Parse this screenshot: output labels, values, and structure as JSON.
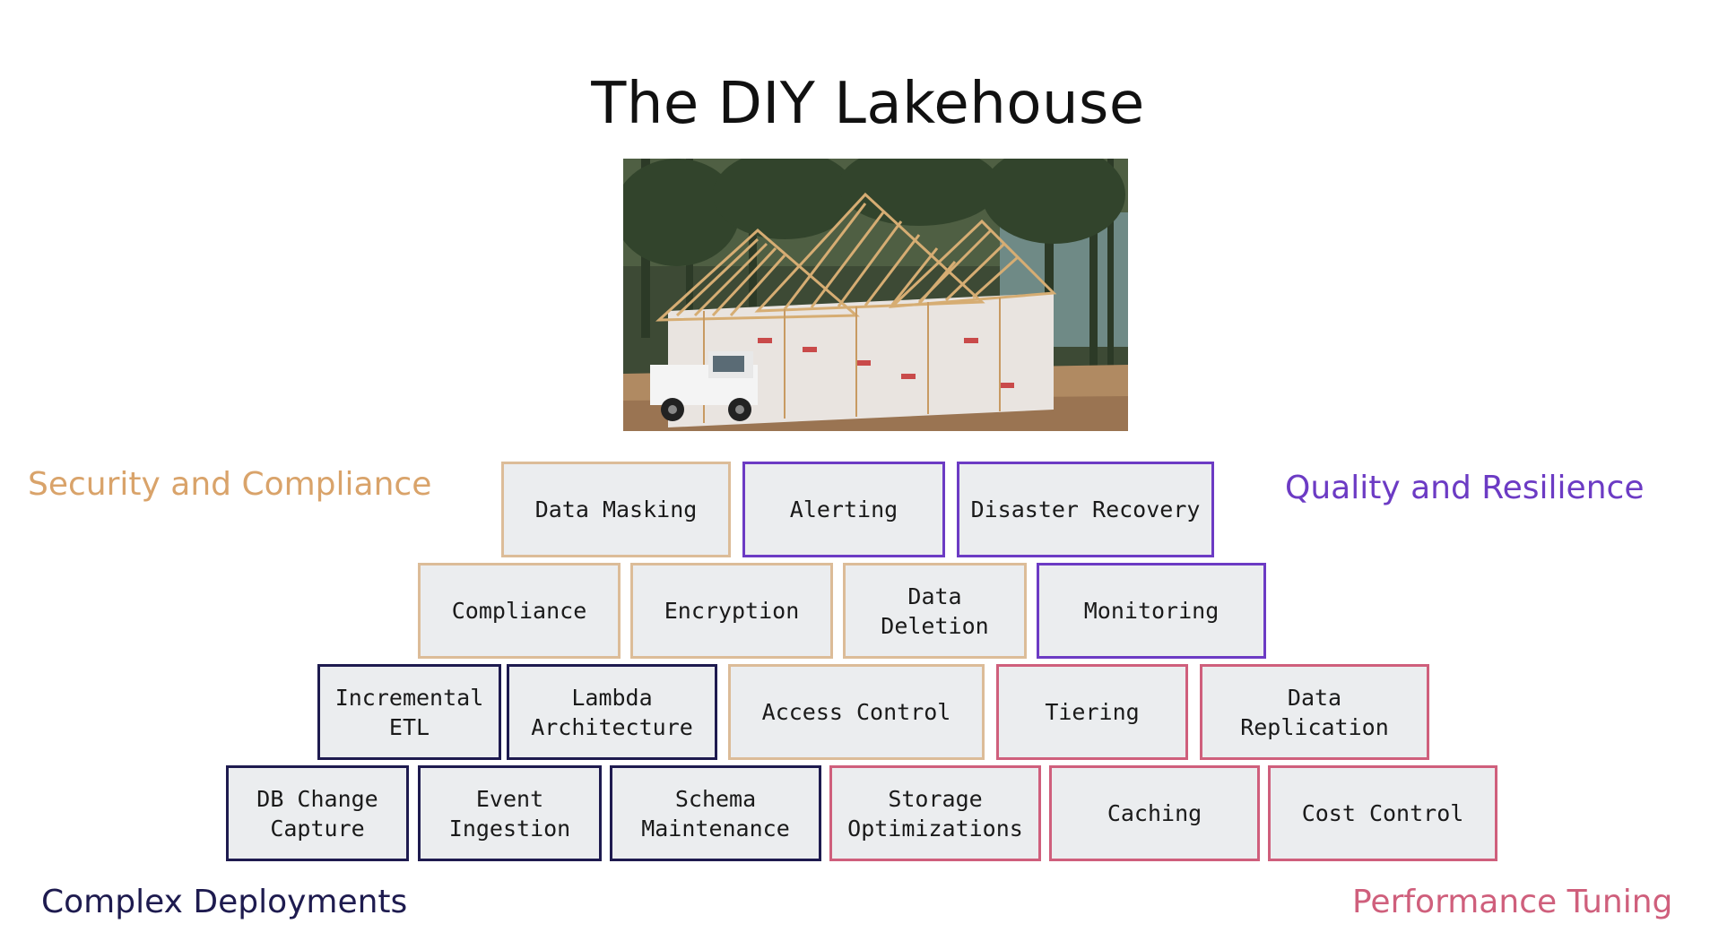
{
  "title": "The DIY Lakehouse",
  "colors": {
    "security": "#d9a36a",
    "security_box": "#dcbc98",
    "quality": "#6c3bc4",
    "complex": "#1e1b4f",
    "performance": "#cf5f7c",
    "box_fill": "#ebedef"
  },
  "photo": {
    "description_icon": "house-frame-construction-photo"
  },
  "groups": {
    "security": "Security and Compliance",
    "quality": "Quality and Resilience",
    "complex": "Complex Deployments",
    "performance": "Performance Tuning"
  },
  "boxes": {
    "data_masking": "Data Masking",
    "alerting": "Alerting",
    "disaster_recovery": "Disaster Recovery",
    "compliance": "Compliance",
    "encryption": "Encryption",
    "data_deletion": [
      "Data",
      "Deletion"
    ],
    "monitoring": "Monitoring",
    "incremental_etl": [
      "Incremental",
      "ETL"
    ],
    "lambda_architecture": [
      "Lambda",
      "Architecture"
    ],
    "access_control": "Access Control",
    "tiering": "Tiering",
    "data_replication": [
      "Data",
      "Replication"
    ],
    "db_change_capture": [
      "DB Change",
      "Capture"
    ],
    "event_ingestion": [
      "Event",
      "Ingestion"
    ],
    "schema_maintenance": [
      "Schema",
      "Maintenance"
    ],
    "storage_optimizations": [
      "Storage",
      "Optimizations"
    ],
    "caching": "Caching",
    "cost_control": "Cost Control"
  }
}
